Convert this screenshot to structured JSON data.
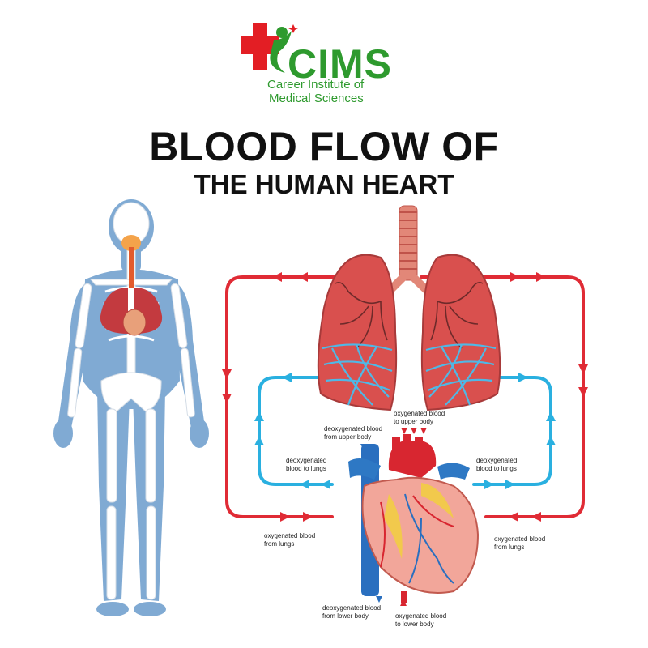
{
  "logo": {
    "name": "CIMS",
    "subtitle_line1": "Career Institute of",
    "subtitle_line2": "Medical Sciences",
    "colors": {
      "red": "#e31e24",
      "green": "#2e9a2e"
    }
  },
  "title": {
    "line1": "BLOOD FLOW OF",
    "line2": "THE HUMAN HEART"
  },
  "labels": {
    "deox_upper": [
      "deoxygenated blood",
      "from upper body"
    ],
    "ox_upper": [
      "oxygenated blood",
      "to upper body"
    ],
    "deox_lungs_left": [
      "deoxygenated",
      "blood to lungs"
    ],
    "deox_lungs_right": [
      "deoxygenated",
      "blood to lungs"
    ],
    "ox_from_lungs_left": [
      "oxygenated blood",
      "from lungs"
    ],
    "ox_from_lungs_right": [
      "oxygenated blood",
      "from lungs"
    ],
    "deox_lower": [
      "deoxygenated blood",
      "from lower body"
    ],
    "ox_lower": [
      "oxygenated blood",
      "to lower body"
    ]
  },
  "colors": {
    "oxygenated": "#e02b35",
    "deoxygenated": "#2ab0e0",
    "lung": "#d9504e",
    "body": "#5d8fc4",
    "bone": "#ffffff"
  },
  "icons": [
    "medical-cross-icon",
    "running-person-icon",
    "human-body-icon",
    "lungs-icon",
    "heart-icon"
  ]
}
